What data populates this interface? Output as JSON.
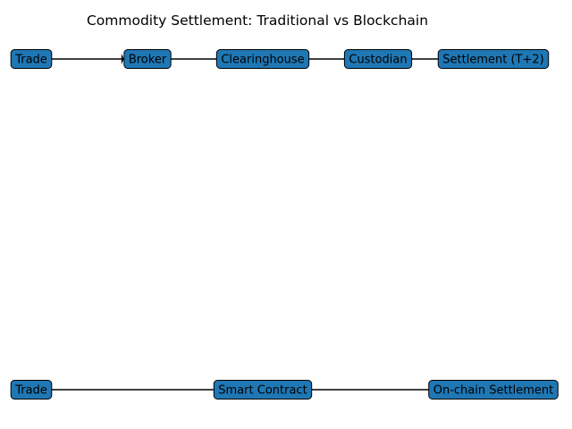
{
  "title": "Commodity Settlement: Traditional vs Blockchain",
  "colors": {
    "node_fill": "#1f77b4",
    "node_stroke": "#000000",
    "edge": "#000000"
  },
  "flows": [
    {
      "id": "traditional",
      "nodes": [
        "Trade",
        "Broker",
        "Clearinghouse",
        "Custodian",
        "Settlement (T+2)"
      ]
    },
    {
      "id": "blockchain",
      "nodes": [
        "Trade",
        "Smart Contract",
        "On-chain Settlement"
      ]
    }
  ]
}
